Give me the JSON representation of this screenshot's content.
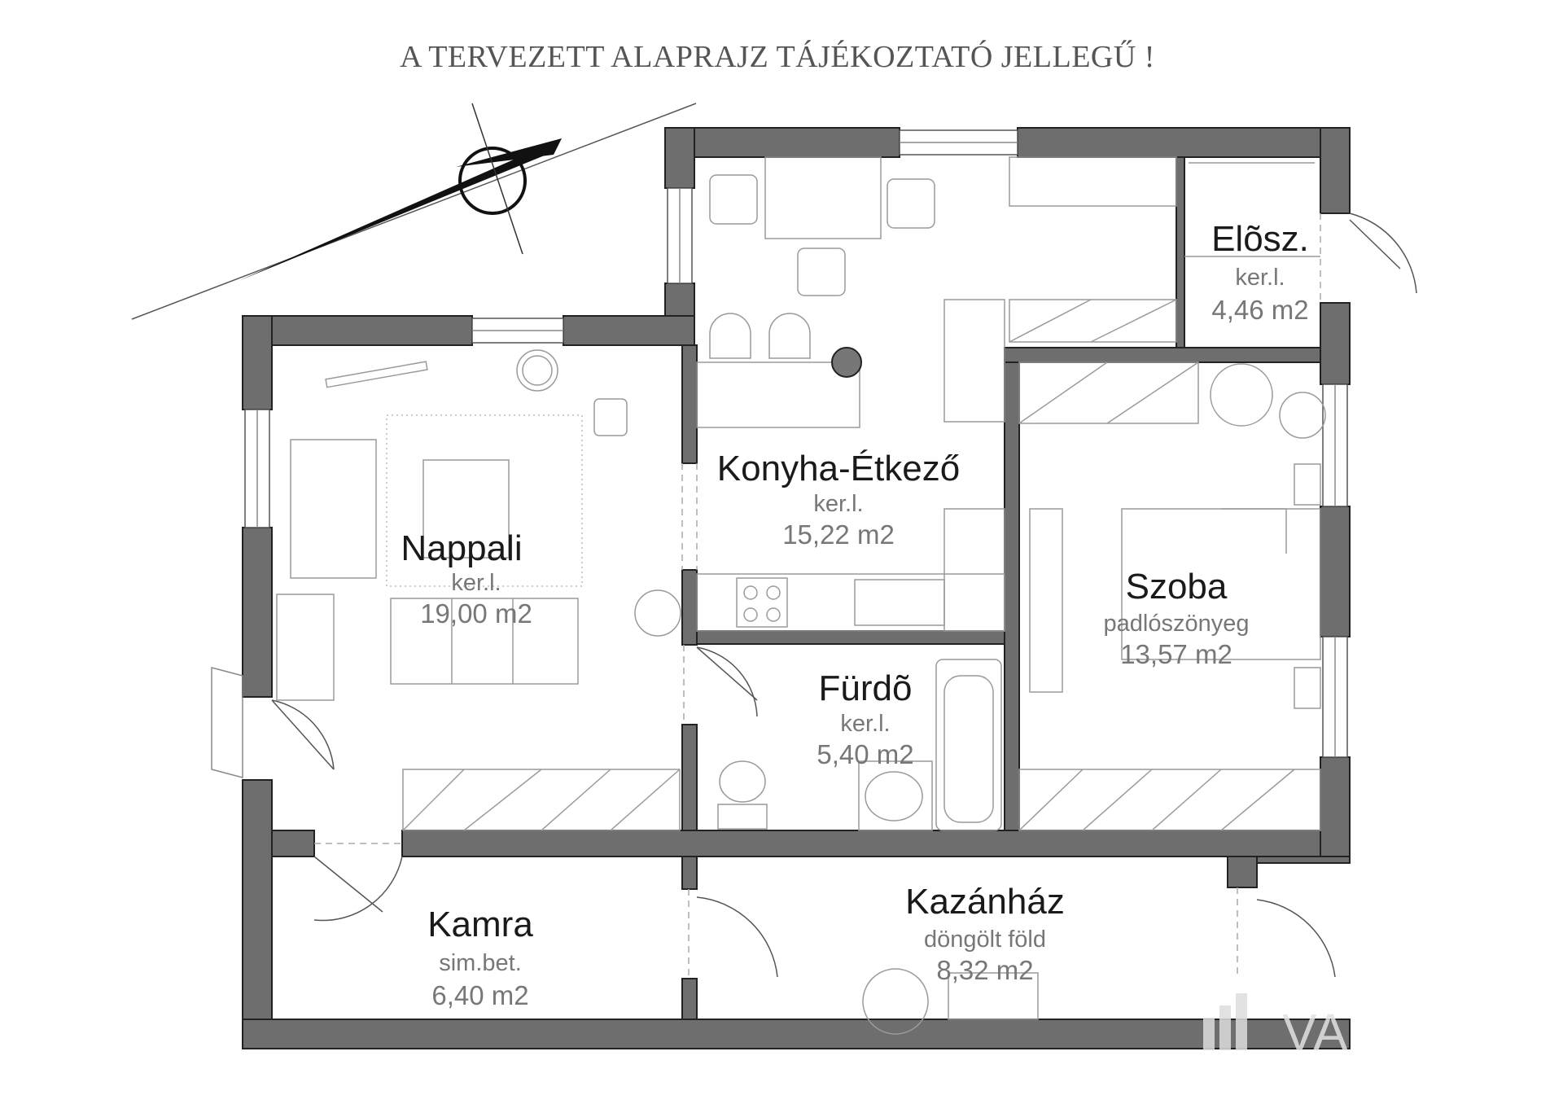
{
  "title": "A TERVEZETT ALAPRAJZ TÁJÉKOZTATÓ JELLEGŰ !",
  "rooms": {
    "nappali": {
      "name": "Nappali",
      "floor": "ker.l.",
      "area": "19,00  m2"
    },
    "konyha": {
      "name": "Konyha-Étkező",
      "floor": "ker.l.",
      "area": "15,22  m2"
    },
    "eloszoba": {
      "name": "Elõsz.",
      "floor": "ker.l.",
      "area": "4,46  m2"
    },
    "szoba": {
      "name": "Szoba",
      "floor": "padlószönyeg",
      "area": "13,57  m2"
    },
    "furdo": {
      "name": "Fürdõ",
      "floor": "ker.l.",
      "area": "5,40  m2"
    },
    "kamra": {
      "name": "Kamra",
      "floor": "sim.bet.",
      "area": "6,40  m2"
    },
    "kazanhaz": {
      "name": "Kazánház",
      "floor": "döngölt  föld",
      "area": "8,32  m2"
    }
  },
  "watermark": "VA",
  "icons": {
    "north": "north-arrow-icon"
  }
}
